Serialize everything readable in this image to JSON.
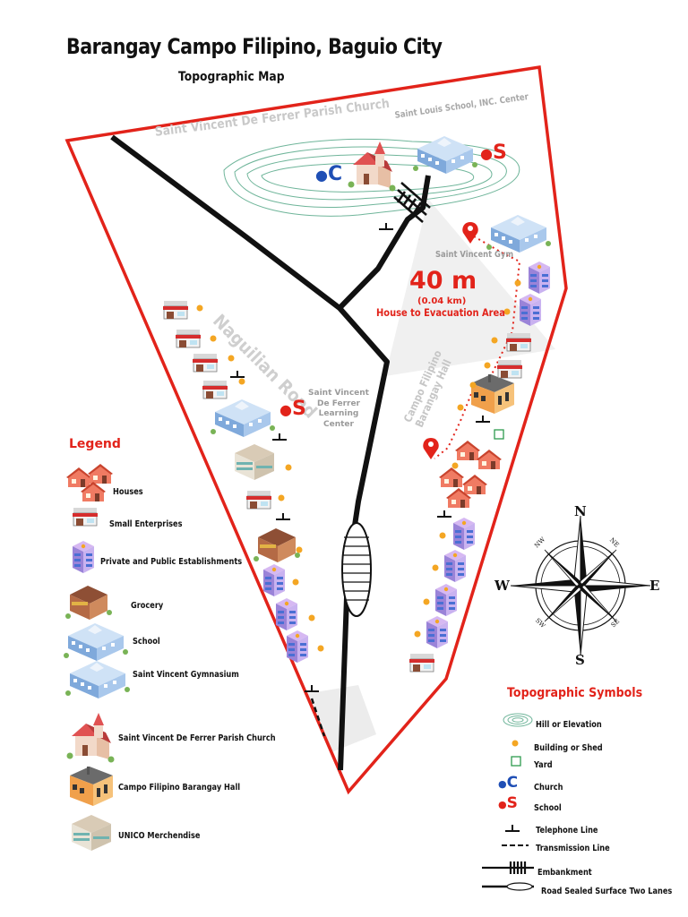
{
  "header": {
    "title": "Barangay Campo Filipino, Baguio City",
    "subtitle": "Topographic Map"
  },
  "places": {
    "church_label": "Saint Vincent De Ferrer Parish Church",
    "school_label": "Saint Louis School, INC. Center",
    "gym_label": "Saint Vincent Gym",
    "road_label": "Naguilian Road",
    "hall_label": "Campo Filipino Barangay Hall",
    "learning_center_label": "Saint Vincent De Ferrer Learning Center"
  },
  "distance": {
    "value": "40 m",
    "km": "(0.04 km)",
    "label": "House to Evacuation Area"
  },
  "map_symbols": {
    "church_letter": "C",
    "school_letter": "S"
  },
  "legend": {
    "title": "Legend",
    "items": [
      {
        "label": "Houses",
        "icon": "houses-icon"
      },
      {
        "label": "Small Enterprises",
        "icon": "small-enterprise-icon"
      },
      {
        "label": "Private and Public Establishments",
        "icon": "establishment-icon"
      },
      {
        "label": "Grocery",
        "icon": "grocery-icon"
      },
      {
        "label": "School",
        "icon": "school-icon"
      },
      {
        "label": "Saint Vincent Gymnasium",
        "icon": "gymnasium-icon"
      },
      {
        "label": "Saint Vincent De Ferrer Parish Church",
        "icon": "church-icon"
      },
      {
        "label": "Campo Filipino Barangay Hall",
        "icon": "barangay-hall-icon"
      },
      {
        "label": "UNICO Merchendise",
        "icon": "merchandise-icon"
      }
    ]
  },
  "topo_symbols": {
    "title": "Topographic Symbols",
    "items": [
      {
        "label": "Hill or Elevation",
        "icon": "hill-contour-icon"
      },
      {
        "label": "Building  or Shed",
        "icon": "building-dot-icon"
      },
      {
        "label": "Yard",
        "icon": "yard-square-icon"
      },
      {
        "label": "Church",
        "icon": "church-symbol-icon"
      },
      {
        "label": "School",
        "icon": "school-symbol-icon"
      },
      {
        "label": "Telephone Line",
        "icon": "telephone-line-icon"
      },
      {
        "label": "Transmission Line",
        "icon": "transmission-line-icon"
      },
      {
        "label": "Embankment",
        "icon": "embankment-icon"
      },
      {
        "label": "Road Sealed Surface Two Lanes",
        "icon": "road-sealed-icon"
      }
    ]
  },
  "compass": {
    "north": "N",
    "south": "S",
    "east": "E",
    "west": "W",
    "ne": "NE",
    "nw": "NW",
    "se": "SE",
    "sw": "SW"
  },
  "colors": {
    "boundary": "#e2231a",
    "road": "#111111",
    "route": "#e2231a",
    "building_dot": "#f4a623",
    "church_symbol": "#1f4fb5",
    "school_symbol": "#e2231a",
    "yard": "#2e9b4f",
    "contour": "#6fb59a"
  }
}
